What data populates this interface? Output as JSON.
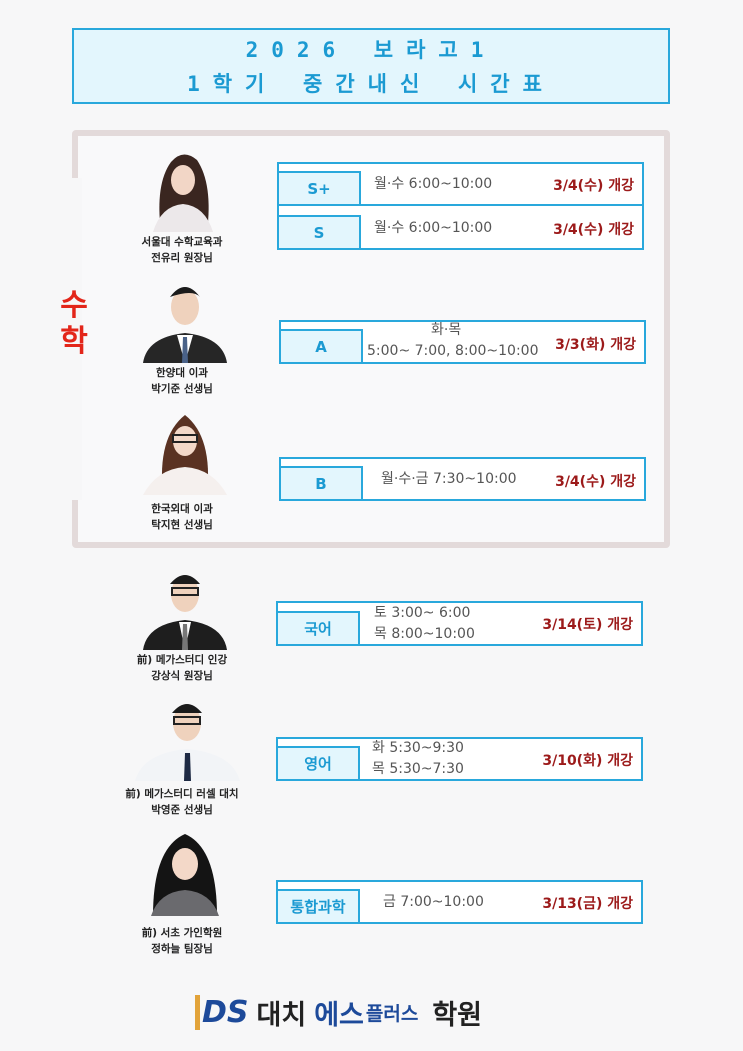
{
  "title": {
    "line1": "2026 보라고1",
    "line2": "1학기 중간내신 시간표"
  },
  "math_label": "수학",
  "teachers": [
    {
      "line1": "서울대 수학교육과",
      "line2": "전유리 원장님"
    },
    {
      "line1": "한양대 이과",
      "line2": "박기준 선생님"
    },
    {
      "line1": "한국외대 이과",
      "line2": "탁지현 선생님"
    },
    {
      "line1": "前) 메가스터디 인강",
      "line2": "강상식 원장님"
    },
    {
      "line1": "前) 메가스터디 러셀 대치",
      "line2": "박영준 선생님"
    },
    {
      "line1": "前) 서초 가인학원",
      "line2": "정하늘 팀장님"
    }
  ],
  "classes": [
    {
      "label": "S+",
      "time1": "월·수 6:00~10:00",
      "open": "3/4(수) 개강"
    },
    {
      "label": "S",
      "time1": "월·수 6:00~10:00",
      "open": "3/4(수) 개강"
    },
    {
      "label": "A",
      "time1": "화·목",
      "time2": "5:00~  7:00, 8:00~10:00",
      "open": "3/3(화) 개강"
    },
    {
      "label": "B",
      "time1": "월·수·금 7:30~10:00",
      "open": "3/4(수) 개강"
    },
    {
      "label": "국어",
      "time1": "토 3:00~  6:00",
      "time2": "목 8:00~10:00",
      "open": "3/14(토) 개강"
    },
    {
      "label": "영어",
      "time1": "화 5:30~9:30",
      "time2": "목 5:30~7:30",
      "open": "3/10(화) 개강"
    },
    {
      "label": "통합과학",
      "time1": "금 7:00~10:00",
      "open": "3/13(금) 개강"
    }
  ],
  "logo": {
    "mark": "DS",
    "a": "대치",
    "b": "에스",
    "c": "플러스",
    "d": "학원"
  },
  "colors": {
    "accent": "#29a8dc",
    "open": "#9c1a1a",
    "subject": "#e3261a"
  }
}
